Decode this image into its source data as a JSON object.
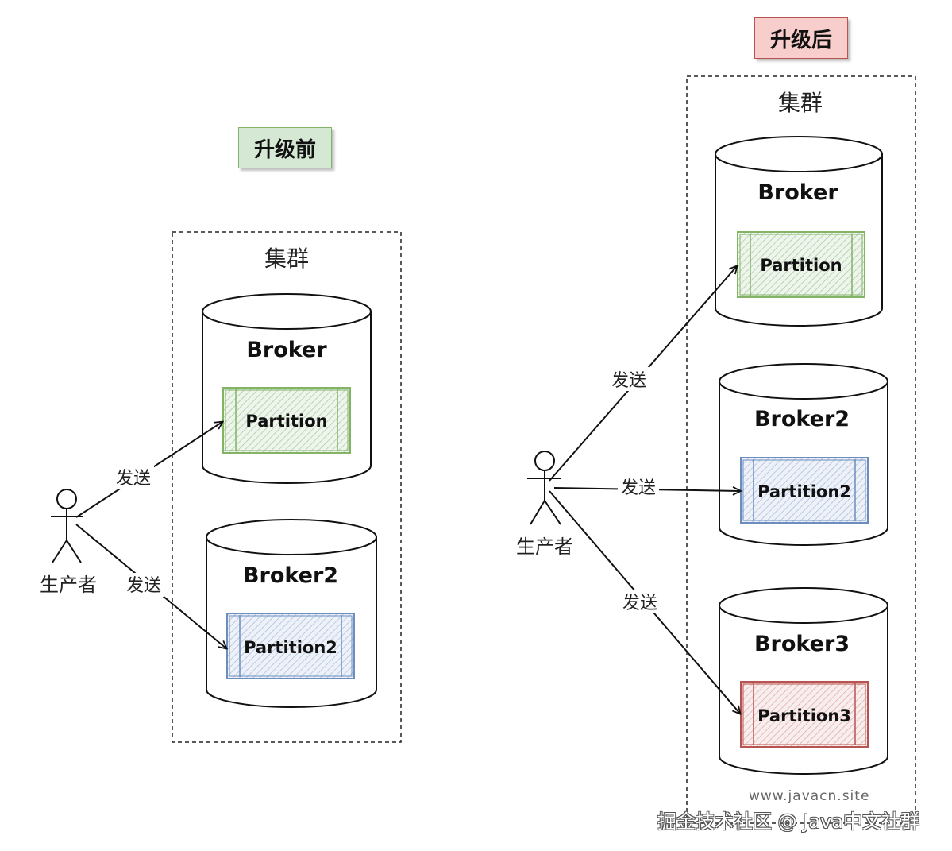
{
  "before": {
    "badge": "升级前",
    "cluster_label": "集群",
    "producer_label": "生产者",
    "brokers": [
      {
        "name": "Broker",
        "partition": "Partition",
        "partition_color": "#82b366",
        "edge_label": "发送"
      },
      {
        "name": "Broker2",
        "partition": "Partition2",
        "partition_color": "#6c8ebf",
        "edge_label": "发送"
      }
    ]
  },
  "after": {
    "badge": "升级后",
    "cluster_label": "集群",
    "producer_label": "生产者",
    "brokers": [
      {
        "name": "Broker",
        "partition": "Partition",
        "partition_color": "#82b366",
        "edge_label": "发送"
      },
      {
        "name": "Broker2",
        "partition": "Partition2",
        "partition_color": "#6c8ebf",
        "edge_label": "发送"
      },
      {
        "name": "Broker3",
        "partition": "Partition3",
        "partition_color": "#b85450",
        "edge_label": "发送"
      }
    ]
  },
  "watermark": {
    "site": "www.javacn.site",
    "community": "掘金技术社区 @ Java中文社群"
  }
}
